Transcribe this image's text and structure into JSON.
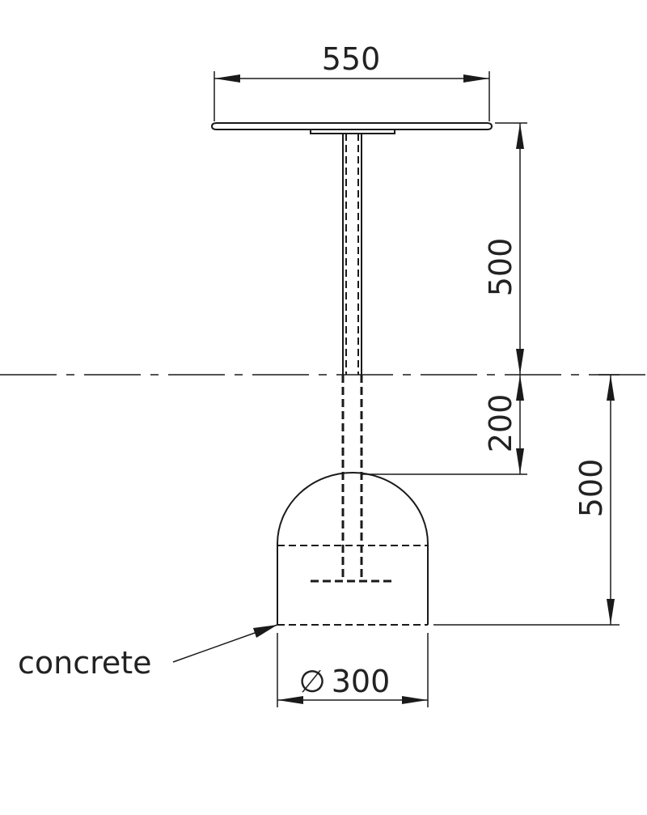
{
  "drawing": {
    "dimensions": {
      "tabletop_width": "550",
      "table_height": "500",
      "embed_depth": "200",
      "footing_depth": "500",
      "footing_diameter": "300",
      "diameter_symbol": "∅"
    },
    "labels": {
      "material": "concrete"
    }
  }
}
